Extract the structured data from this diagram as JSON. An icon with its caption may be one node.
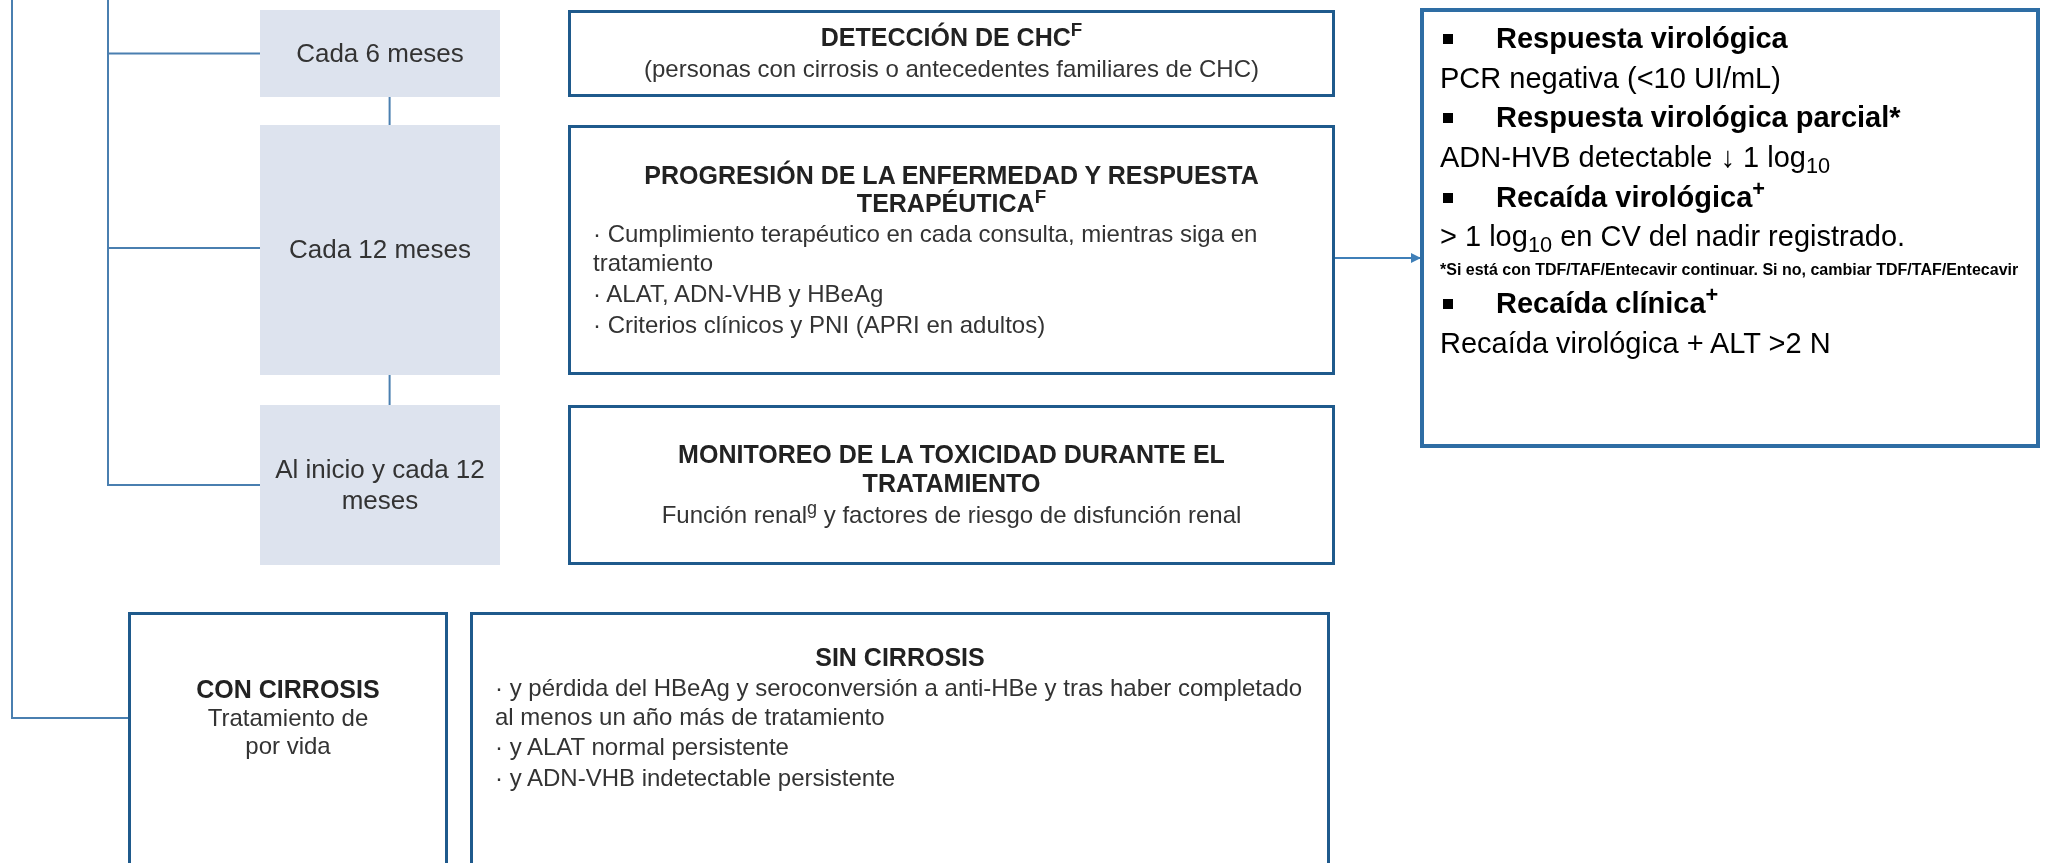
{
  "diagram": {
    "nodes": [
      {
        "text": [
          "Cada 6 meses"
        ]
      },
      {
        "text": [
          "DETECCIÓN DE CHC$^{F}$",
          "(personas con cirrosis o antecedentes familiares de CHC)"
        ]
      },
      {
        "text": [
          "Cada 12 meses"
        ]
      },
      {
        "text": [
          "PROGRESIÓN DE LA ENFERMEDAD Y RESPUESTA TERAPÉUTICA$^{F}$",
          "· Cumplimiento terapéutico en cada consulta, mientras siga en tratamiento",
          "· ALAT, ADN-VHB y HBeAg",
          "· Criterios clínicos y PNI (APRI en adultos)"
        ]
      },
      {
        "text": [
          "Al inicio y cada 12 meses"
        ]
      },
      {
        "text": [
          "MONITOREO DE LA TOXICIDAD DURANTE EL TRATAMIENTO",
          "Función renal$^{g}$ y factores de riesgo de disfunción renal"
        ]
      },
      {
        "text": [
          "Respuesta virológica",
          "PCR negativa (<10 UI/mL)",
          "Respuesta virológica parcial*",
          "ADN-HVB detectable ↓ 1 log$_{10}$",
          "Recaída virológica$^{+}$",
          "> 1 log$_{10}$ en CV del nadir registrado.",
          "*Si está con TDF/TAF/Entecavir continuar. Si no, cambiar TDF/TAF/Entecavir",
          "Recaída clínica$^{+}$",
          "Recaída virológica + ALT >2 N"
        ]
      },
      {
        "text": [
          "CON CIRROSIS",
          "Tratamiento de por vida"
        ]
      },
      {
        "text": [
          "SIN CIRROSIS",
          "· y pérdida del HBeAg y seroconversión a anti-HBe y tras haber completado al menos un año más de tratamiento",
          "· y ALAT normal persistente",
          "· y ADN-VHB indetectable persistente"
        ]
      }
    ],
    "edges": [
      {
        "from": null,
        "to": 0,
        "arrow": "none"
      },
      {
        "from": null,
        "to": 2,
        "arrow": "none"
      },
      {
        "from": null,
        "to": 4,
        "arrow": "none"
      },
      {
        "from": 0,
        "to": 2,
        "arrow": "none"
      },
      {
        "from": 2,
        "to": 4,
        "arrow": "none"
      },
      {
        "from": 3,
        "to": 6,
        "arrow": "to"
      },
      {
        "from": null,
        "to": 7,
        "arrow": "none"
      }
    ]
  }
}
